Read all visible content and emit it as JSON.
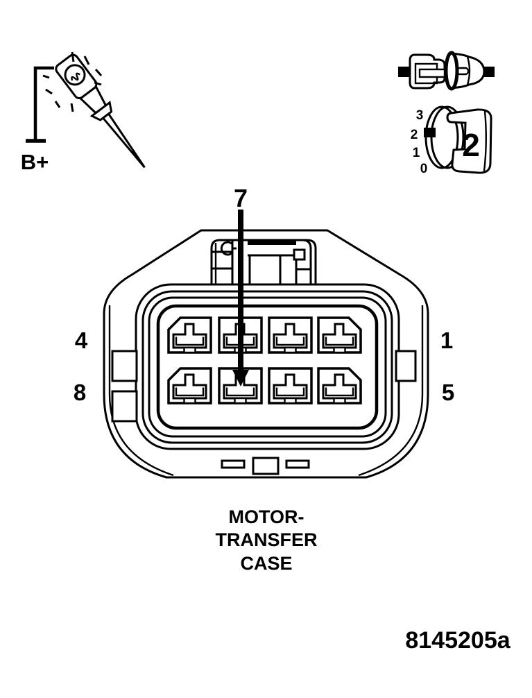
{
  "page": {
    "background": "#ffffff",
    "ink": "#000000"
  },
  "test_light": {
    "label": "B+",
    "icon": "test-light-probe-icon"
  },
  "probe_icons": {
    "terminal_pair": {
      "icon": "terminal-pair-icon"
    },
    "dial": {
      "icon": "rotary-dial-icon",
      "ticks": [
        "3",
        "2",
        "1",
        "0"
      ],
      "selected": "2"
    }
  },
  "connector": {
    "callout": "7",
    "pins": {
      "left_top": "4",
      "left_bottom": "8",
      "right_top": "1",
      "right_bottom": "5"
    },
    "caption_lines": [
      "MOTOR-",
      "TRANSFER",
      "CASE"
    ],
    "rows": 2,
    "cols": 4
  },
  "figure_code": "8145205a"
}
